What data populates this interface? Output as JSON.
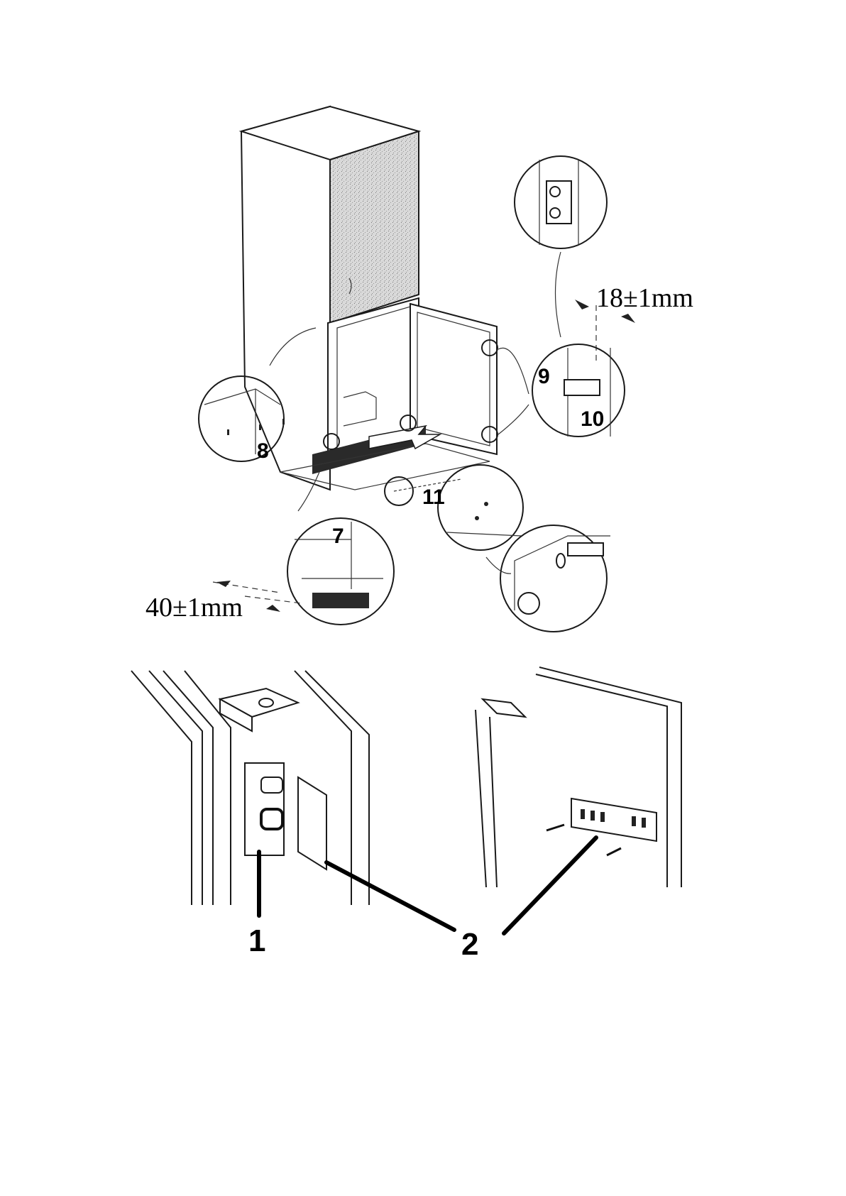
{
  "diagram": {
    "top_figure": {
      "callouts": {
        "c7": "7",
        "c8": "8",
        "c9": "9",
        "c10": "10",
        "c11": "11"
      },
      "dimensions": {
        "door_gap": "18±1mm",
        "bottom_gap": "40±1mm"
      }
    },
    "bottom_figure": {
      "callouts": {
        "c1": "1",
        "c2": "2"
      }
    }
  }
}
